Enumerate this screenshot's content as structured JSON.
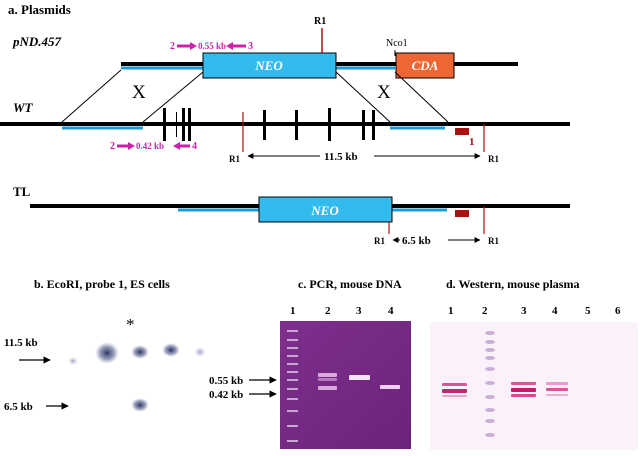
{
  "panel_a": {
    "title": "a. Plasmids",
    "plasmid_name": "pND.457",
    "wt_label": "WT",
    "tl_label": "TL",
    "neo_label": "NEO",
    "cda_label": "CDA",
    "r1_label": "R1",
    "nco1_label": "Nco1",
    "cross_label": "X",
    "primer_2": "2",
    "primer_3": "3",
    "primer_4": "4",
    "probe_1": "1",
    "plasmid_product": "0.55 kb",
    "wt_product": "0.42 kb",
    "wt_fragment": "11.5 kb",
    "tl_fragment": "6.5 kb"
  },
  "panel_b": {
    "title": "b. EcoRI, probe 1, ES cells",
    "marker_high": "11.5 kb",
    "marker_low": "6.5 kb",
    "asterisk": "*"
  },
  "panel_c": {
    "title": "c. PCR, mouse DNA",
    "lanes": [
      "1",
      "2",
      "3",
      "4"
    ],
    "marker_high": "0.55 kb",
    "marker_low": "0.42 kb"
  },
  "panel_d": {
    "title": "d. Western, mouse plasma",
    "lanes": [
      "1",
      "2",
      "3",
      "4",
      "5",
      "6"
    ]
  },
  "colors": {
    "neo_box": "#33bbee",
    "cda_box": "#ee6633",
    "homology_line": "#1e9cd8",
    "primer_arrow": "#cc22aa",
    "restriction_site": "#aa1111",
    "gel_background": "#7a2a8a",
    "western_band": "#cc2277"
  }
}
